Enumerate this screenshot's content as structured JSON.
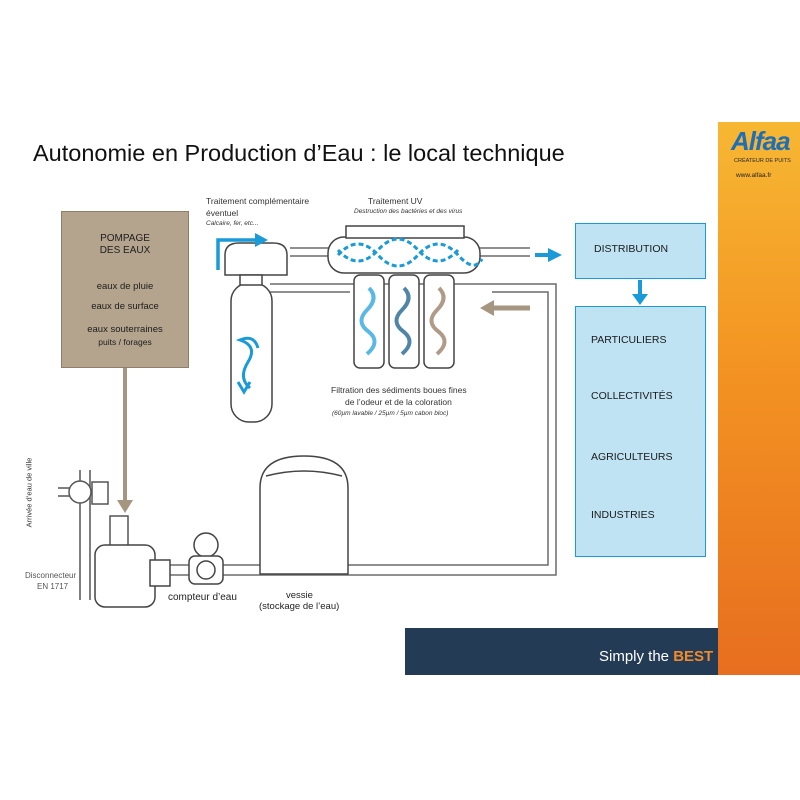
{
  "title": "Autonomie en Production d’Eau : le local technique",
  "logo": {
    "name": "Alfaa",
    "tagline": "CRÉATEUR DE PUITS",
    "url": "www.alfaa.fr"
  },
  "footer": {
    "prefix": "Simply the",
    "emphasis": "BEST"
  },
  "pompage": {
    "heading_line1": "POMPAGE",
    "heading_line2": "DES EAUX",
    "items": [
      "eaux de pluie",
      "eaux de surface",
      "eaux souterraines",
      "puits / forages"
    ]
  },
  "labels": {
    "traitement_comp_line1": "Traitement complémentaire",
    "traitement_comp_line2": "éventuel",
    "traitement_comp_sub": "Calcaire, fer, etc...",
    "traitement_uv": "Traitement UV",
    "traitement_uv_sub": "Destruction des bactéries et des virus",
    "filtration_line1": "Filtration des sédiments boues fines",
    "filtration_line2": "de l’odeur et de la coloration",
    "filtration_sub": "(60µm lavable / 25µm / 5µm cabon bloc)",
    "arrivee": "Arrivée d’eau de ville",
    "disconnecteur_line1": "Disconnecteur",
    "disconnecteur_line2": "EN 1717",
    "compteur": "compteur d’eau",
    "vessie_line1": "vessie",
    "vessie_line2": "(stockage de l’eau)"
  },
  "distribution": {
    "label": "DISTRIBUTION",
    "targets": [
      "PARTICULIERS",
      "COLLECTIVITÉS",
      "AGRICULTEURS",
      "INDUSTRIES"
    ]
  },
  "colors": {
    "accent_blue": "#1a9ad6",
    "box_blue_fill": "#bfe3f3",
    "tan": "#b4a48e",
    "footer_navy": "#243b55",
    "orange": "#f08a2b"
  }
}
